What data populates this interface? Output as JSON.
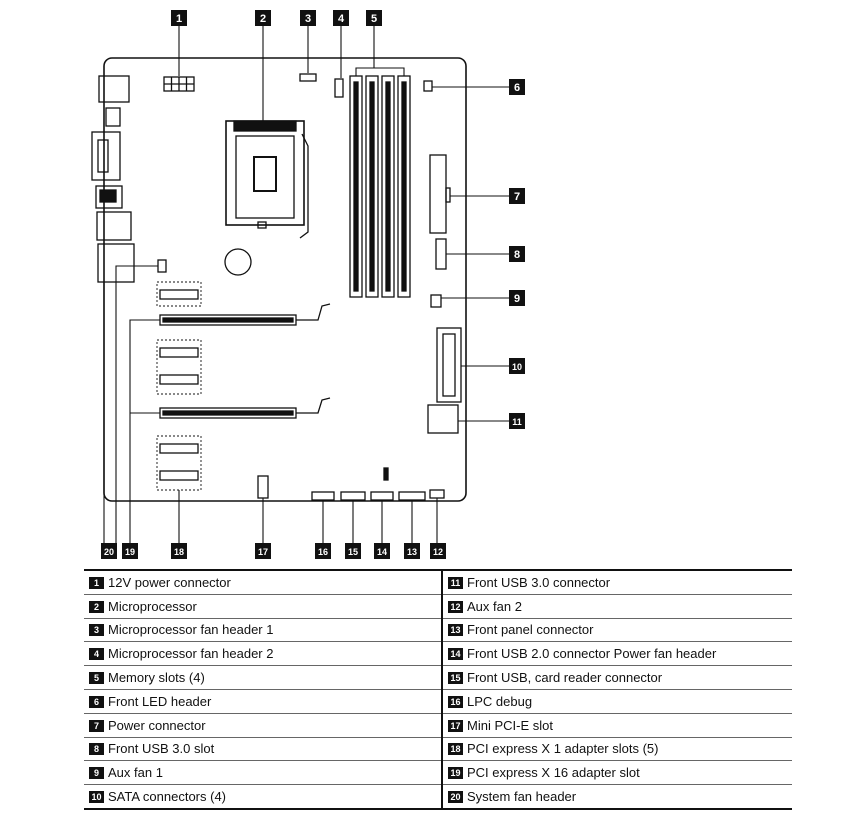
{
  "components": [
    {
      "number": "1",
      "label": "12V power connector"
    },
    {
      "number": "2",
      "label": "Microprocessor"
    },
    {
      "number": "3",
      "label": "Microprocessor fan header 1"
    },
    {
      "number": "4",
      "label": "Microprocessor fan header 2"
    },
    {
      "number": "5",
      "label": "Memory slots (4)"
    },
    {
      "number": "6",
      "label": "Front LED header"
    },
    {
      "number": "7",
      "label": "Power connector"
    },
    {
      "number": "8",
      "label": "Front USB 3.0 slot"
    },
    {
      "number": "9",
      "label": "Aux fan 1"
    },
    {
      "number": "10",
      "label": "SATA connectors (4)"
    },
    {
      "number": "11",
      "label": "Front USB 3.0 connector"
    },
    {
      "number": "12",
      "label": "Aux fan 2"
    },
    {
      "number": "13",
      "label": "Front panel connector"
    },
    {
      "number": "14",
      "label": "Front USB 2.0 connector Power fan header"
    },
    {
      "number": "15",
      "label": "Front USB, card reader connector"
    },
    {
      "number": "16",
      "label": "LPC debug"
    },
    {
      "number": "17",
      "label": "Mini PCI-E slot"
    },
    {
      "number": "18",
      "label": "PCI express X 1 adapter slots (5)"
    },
    {
      "number": "19",
      "label": "PCI express X 16 adapter slot"
    },
    {
      "number": "20",
      "label": "System fan header"
    }
  ],
  "colors": {
    "ink": "#111111",
    "badge_text": "#ffffff",
    "board_fill": "#ffffff"
  }
}
